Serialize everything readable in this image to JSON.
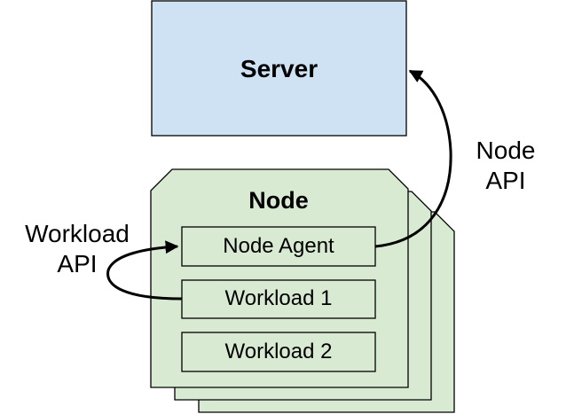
{
  "diagram": {
    "server_label": "Server",
    "node_label": "Node",
    "node_agent_label": "Node Agent",
    "workloads": [
      "Workload 1",
      "Workload 2"
    ],
    "node_api_label": [
      "Node",
      "API"
    ],
    "workload_api_label": [
      "Workload",
      "API"
    ]
  },
  "colors": {
    "server_fill": "#cfe2f3",
    "node_fill": "#d9ead3",
    "stroke": "#000000"
  }
}
